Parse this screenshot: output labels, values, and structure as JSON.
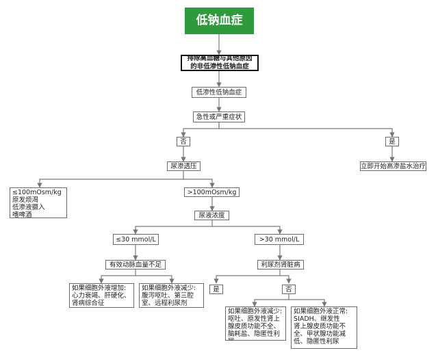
{
  "title": "低钠血症",
  "step1": "排除高血糖与其他原因\n的非低渗性低钠血症",
  "step2": "低渗性低钠血症",
  "step3": "急性或严重症状",
  "branch_no": "否",
  "branch_yes": "是",
  "yes_action": "立即开始高渗盐水治疗",
  "urine_osm": "尿渗透压",
  "osm_low": "≤100mOsm/kg\n原发烦渴\n低渗液摄入\n嗜啤酒",
  "osm_high": ">100mOsm/kg",
  "urine_na": "尿液浓度",
  "na_low": "≤30 mmol/L",
  "na_high": ">30 mmol/L",
  "low_cause": "有效动脉血量不足",
  "low_a": "如果细胞外液增加:\n心力衰竭、肝硬化、\n肾病综合征",
  "low_b": "如果细胞外液减少:\n腹泻呕吐、第三腔\n室、远程利尿剂",
  "high_cause": "利尿剂肾脏病",
  "high_yes": "是",
  "high_no": "否",
  "high_a": "如果细胞外液减少:\n呕吐、原发性肾上\n腺皮质功能不全、\n脑耗盐、隐匿性利尿",
  "high_b": "如果细胞外液正常:\nSIADH、继发性\n肾上腺皮质功能不\n全、甲状腺功能减\n低、隐匿性利尿"
}
